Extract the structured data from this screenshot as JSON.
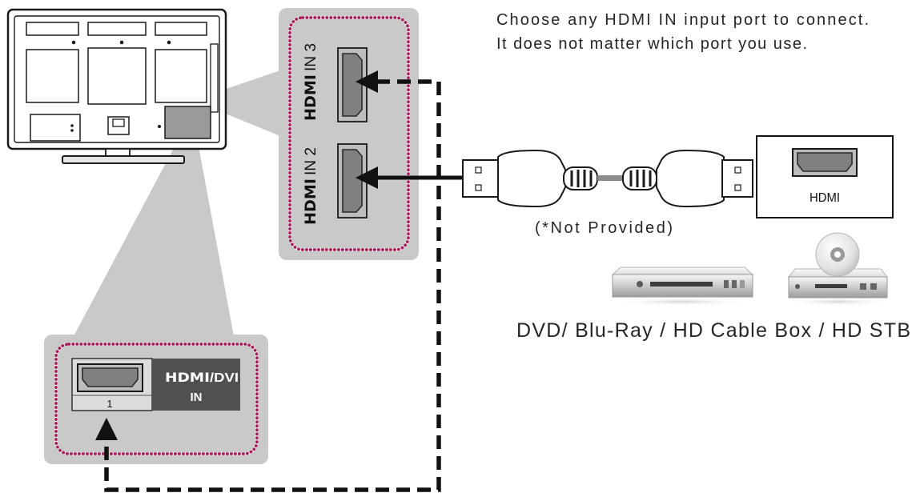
{
  "instructions": {
    "line1": "Choose any HDMI IN input port to connect.",
    "line2": "It does not matter which port you use."
  },
  "top_panel": {
    "ports": [
      {
        "logo": "HDMI",
        "label": "IN 3"
      },
      {
        "logo": "HDMI",
        "label": "IN 2"
      }
    ]
  },
  "side_panel": {
    "port_number": "1",
    "logo": "HDMI",
    "label_suffix": "/DVI",
    "label_line2": "IN"
  },
  "cable": {
    "note": "(*Not Provided)"
  },
  "source_device": {
    "port_label": "HDMI"
  },
  "devices_caption": "DVD/ Blu-Ray / HD Cable Box / HD STB",
  "colors": {
    "panel_gray": "#c9c9c9",
    "dotted_border": "#a8195a",
    "port_gray": "#808080",
    "label_dark": "#505050",
    "line_black": "#111111"
  },
  "icons": [
    "tv-back-icon",
    "hdmi-cable-icon",
    "dvd-player-icon",
    "disc-player-icon"
  ]
}
